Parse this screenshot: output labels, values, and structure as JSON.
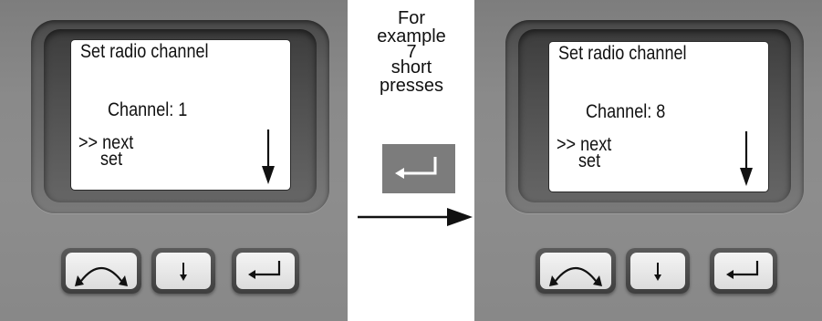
{
  "left_device": {
    "screen": {
      "title": "Set radio channel",
      "channel": "Channel: 1",
      "next": ">> next",
      "set": "set"
    },
    "buttons": [
      "cycle-icon",
      "down-arrow-icon",
      "enter-icon"
    ]
  },
  "middle": {
    "lines": [
      "For",
      "example",
      "7",
      "short",
      "presses"
    ],
    "icon": "enter-icon"
  },
  "right_device": {
    "screen": {
      "title": "Set radio channel",
      "channel": "Channel: 8",
      "next": ">> next",
      "set": "set"
    },
    "buttons": [
      "cycle-icon",
      "down-arrow-icon",
      "enter-icon"
    ]
  },
  "colors": {
    "device": "#8a8a8a",
    "screen": "#ffffff",
    "enter_box": "#7c7c7c"
  }
}
